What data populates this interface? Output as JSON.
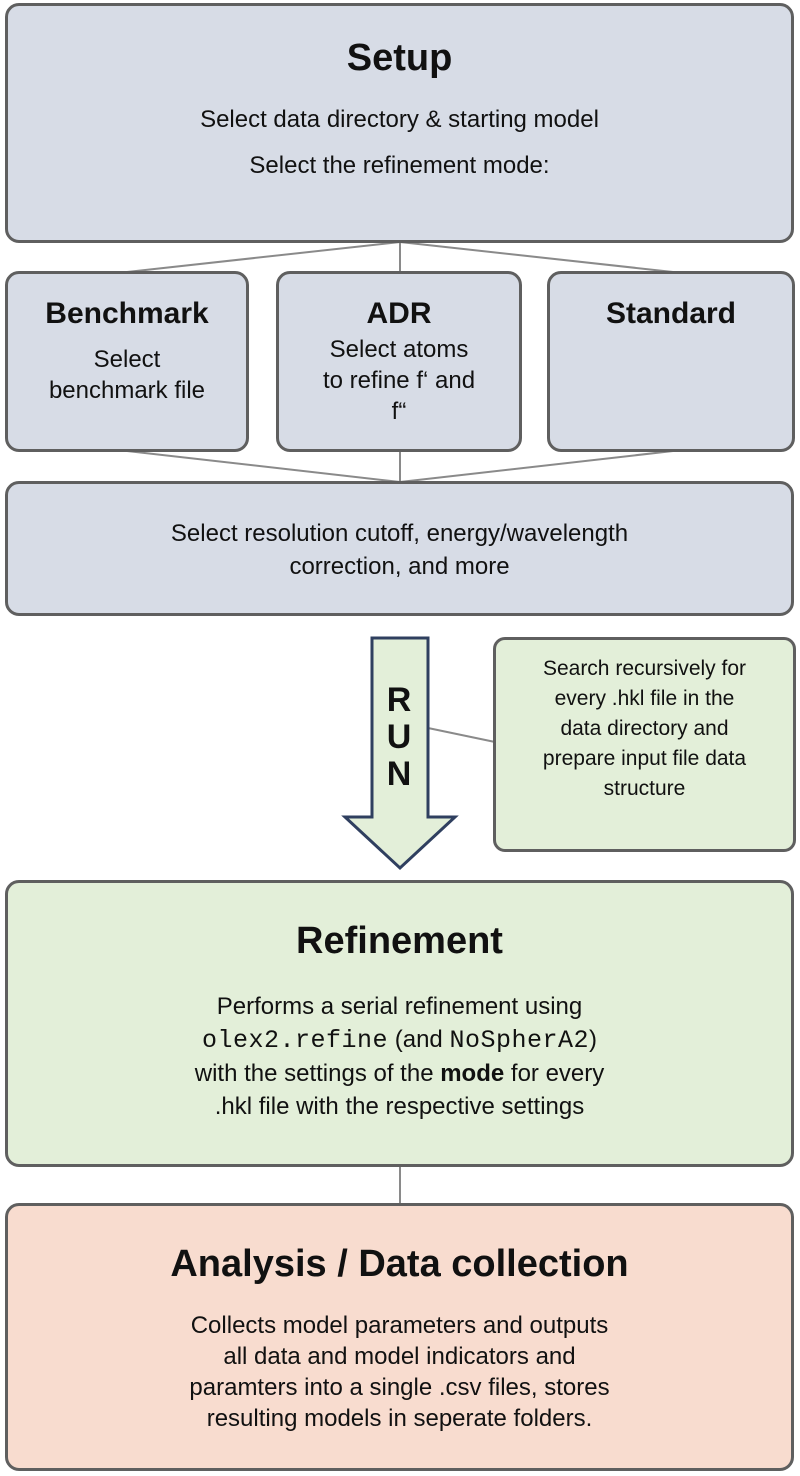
{
  "setup": {
    "title": "Setup",
    "line1": "Select data directory & starting model",
    "line2": "Select the refinement mode:"
  },
  "modes": {
    "benchmark": {
      "title": "Benchmark",
      "line1": "Select",
      "line2": "benchmark file"
    },
    "adr": {
      "title": "ADR",
      "line1": "Select atoms",
      "line2": "to refine f‘ and",
      "line3": "f“"
    },
    "standard": {
      "title": "Standard"
    }
  },
  "options": {
    "line1": "Select resolution cutoff, energy/wavelength",
    "line2": "correction, and more"
  },
  "run": {
    "letters": [
      "R",
      "U",
      "N"
    ]
  },
  "search_note": {
    "line1": "Search recursively for",
    "line2": "every .hkl file in the",
    "line3": "data directory and",
    "line4": "prepare input file data",
    "line5": "structure"
  },
  "refinement": {
    "title": "Refinement",
    "line1": "Performs a serial refinement using",
    "code1": "olex2.refine",
    "mid1": " (and ",
    "code2": "NoSpherA2",
    "end1": ")",
    "line3_pre": "with the settings of the ",
    "line3_bold": "mode",
    "line3_post": " for every",
    "line4": ".hkl file with the respective settings"
  },
  "analysis": {
    "title": "Analysis / Data collection",
    "line1": "Collects model parameters and outputs",
    "line2": "all data and model indicators and",
    "line3": "paramters into a single .csv files, stores",
    "line4": "resulting models in seperate folders."
  },
  "colors": {
    "blue_box": "#d7dce6",
    "green_box": "#e3efd9",
    "peach_box": "#f8dccf",
    "border": "#5f5f5f"
  }
}
